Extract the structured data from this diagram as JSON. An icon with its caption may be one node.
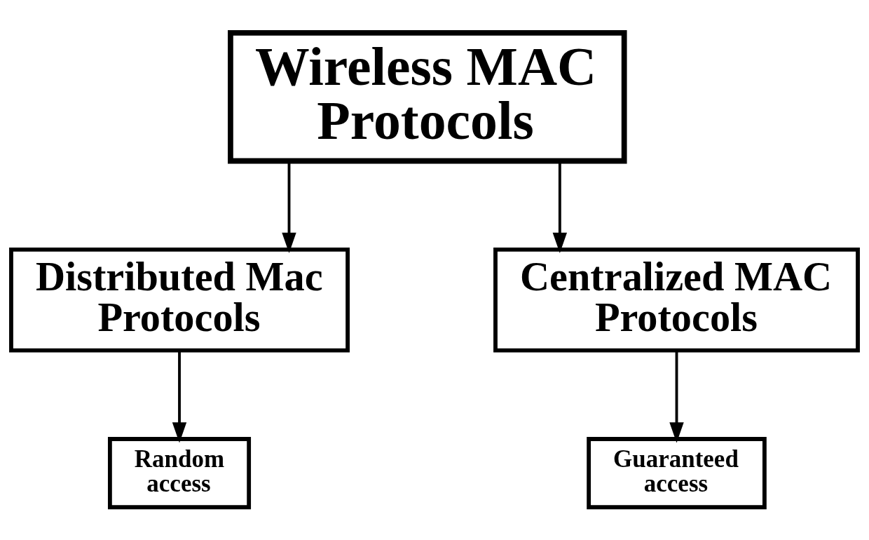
{
  "diagram": {
    "nodes": [
      {
        "text": [
          "Wireless MAC Protocols"
        ]
      },
      {
        "text": [
          "Distributed Mac Protocols"
        ]
      },
      {
        "text": [
          "Centralized MAC Protocols"
        ]
      },
      {
        "text": [
          "Random access"
        ]
      },
      {
        "text": [
          "Guaranteed access"
        ]
      }
    ],
    "edges": [
      {
        "from": 0,
        "to": 1,
        "arrow": "to"
      },
      {
        "from": 0,
        "to": 2,
        "arrow": "to"
      },
      {
        "from": 1,
        "to": 3,
        "arrow": "to"
      },
      {
        "from": 2,
        "to": 4,
        "arrow": "to"
      }
    ]
  }
}
